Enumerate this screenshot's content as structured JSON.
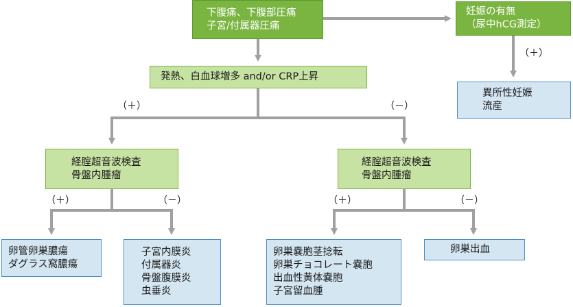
{
  "nodes": {
    "symptoms": [
      "下腹痛、下腹部圧痛",
      "子宮/付属器圧痛"
    ],
    "pregnancy_test": [
      "妊娠の有無",
      "（尿中hCG測定）"
    ],
    "ectopic": [
      "異所性妊娠",
      "流産"
    ],
    "inflammation": [
      "発熱、白血球増多 and/or CRP上昇"
    ],
    "ultrasound_left": [
      "経腟超音波検査",
      "骨盤内腫瘤"
    ],
    "ultrasound_right": [
      "経腟超音波検査",
      "骨盤内腫瘤"
    ],
    "abscess": [
      "卵管卵巣膿瘍",
      "ダグラス窩膿瘍"
    ],
    "pid": [
      "子宮内膜炎",
      "付属器炎",
      "骨盤腹膜炎",
      "虫垂炎"
    ],
    "torsion": [
      "卵巣嚢胞茎捻転",
      "卵巣チョコレート嚢胞",
      "出血性黄体嚢胞",
      "子宮留血腫"
    ],
    "ovarian_bleed": [
      "卵巣出血"
    ]
  },
  "edge_labels": {
    "pregnancy_positive": "（＋）",
    "inflammation_positive": "（＋）",
    "inflammation_negative": "（－）",
    "left_mass_positive": "（＋）",
    "left_mass_negative": "（－）",
    "right_mass_positive": "（＋）",
    "right_mass_negative": "（－）"
  },
  "colors": {
    "start_node": "#79b540",
    "decision_node": "#c7e3a4",
    "outcome_node": "#d4e6f2",
    "outcome_border": "#4a90c4",
    "arrow": "#a0a0a0"
  }
}
